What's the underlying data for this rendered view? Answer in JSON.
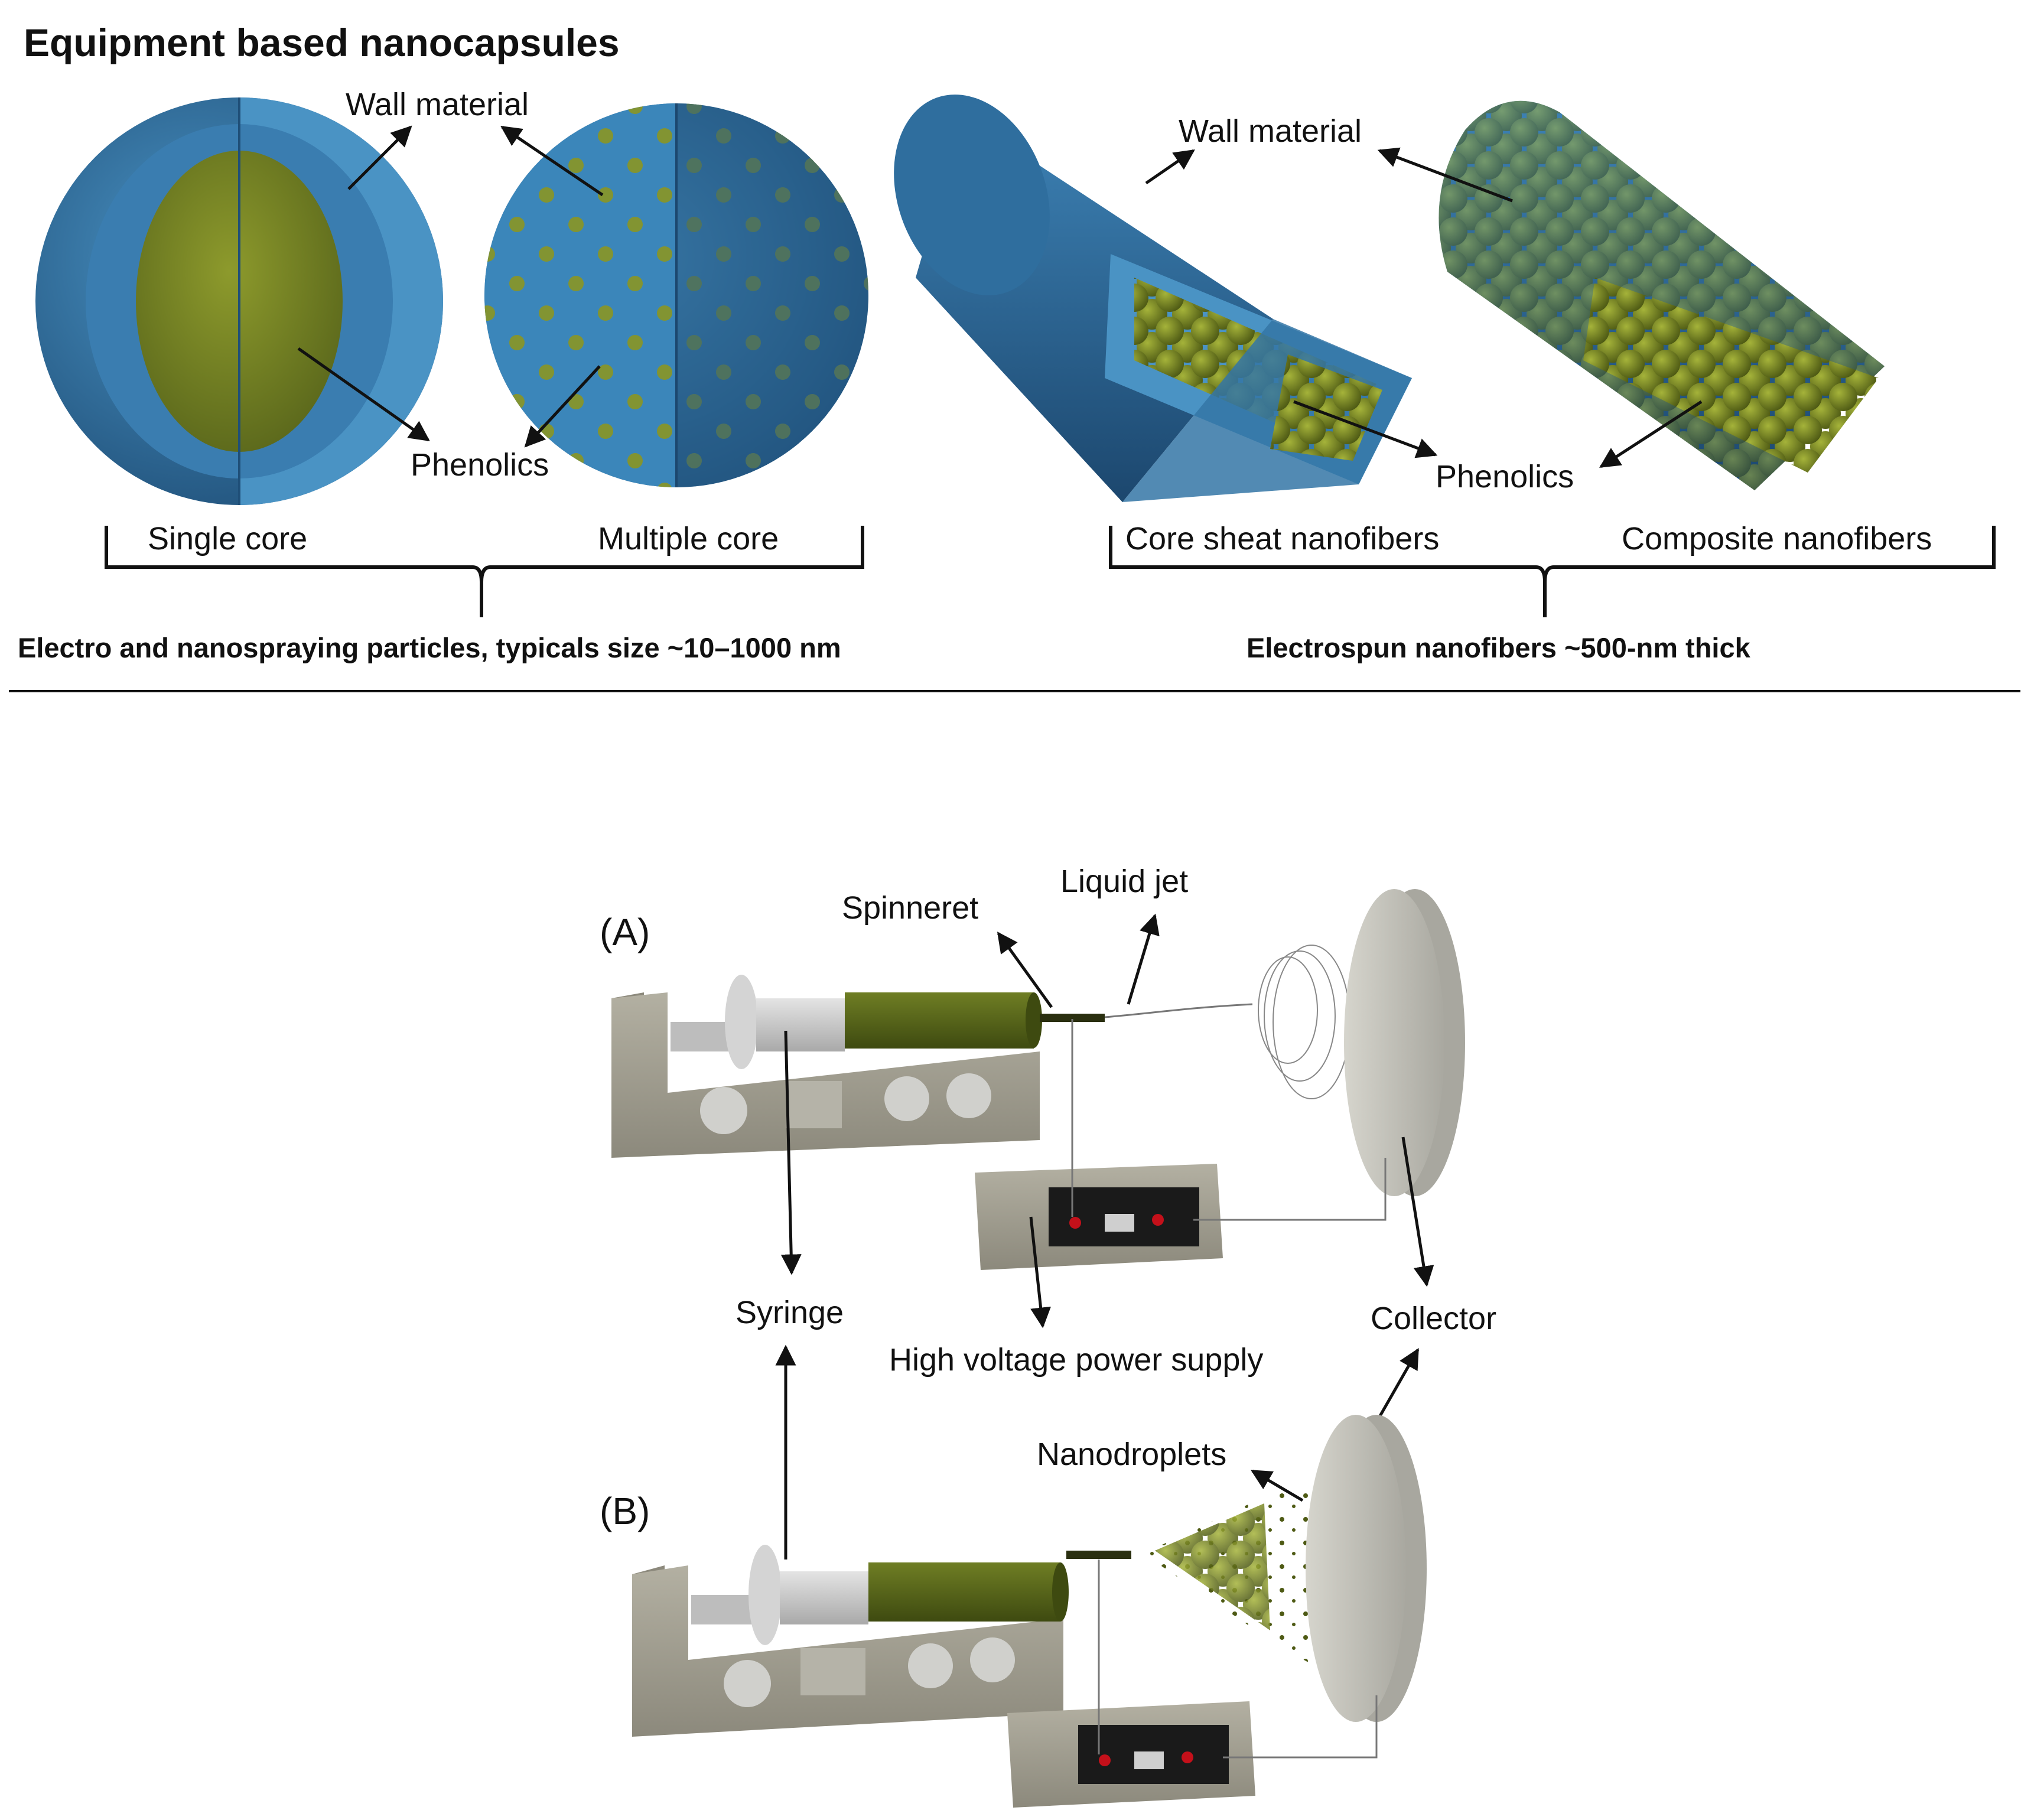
{
  "title": "Equipment based nanocapsules",
  "capsules": {
    "wall_label_left": "Wall material",
    "phenolics_label_left": "Phenolics",
    "single_core": "Single core",
    "multiple_core": "Multiple core",
    "caption_left": "Electro and nanospraying particles, typicals size ~10–1000 nm",
    "wall_label_right": "Wall material",
    "phenolics_label_right": "Phenolics",
    "core_sheat": "Core sheat nanofibers",
    "composite": "Composite nanofibers",
    "caption_right": "Electrospun nanofibers ~500-nm thick"
  },
  "setup": {
    "panel_a": "(A)",
    "panel_b": "(B)",
    "spinneret": "Spinneret",
    "liquid_jet": "Liquid jet",
    "syringe": "Syringe",
    "power_supply": "High voltage power supply",
    "collector": "Collector",
    "nanodroplets": "Nanodroplets"
  },
  "colors": {
    "wall_blue": "#2f6e9e",
    "wall_blue_light": "#4a93c4",
    "phenolic_green": "#6e7d1c",
    "box_gray": "#9c9a8c",
    "disk_gray": "#c9c8c0"
  }
}
